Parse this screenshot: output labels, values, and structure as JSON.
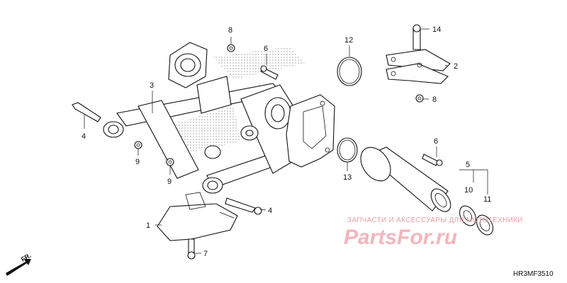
{
  "diagram_code": "HR3MF3510",
  "direction_label": "FR.",
  "watermark": {
    "line1": "ЗАПЧАСТИ И АКСЕССУАРЫ ДЛЯ МОТОТЕХНИКИ",
    "line2": "PartsFor.ru"
  },
  "callouts": [
    {
      "id": "c1",
      "label": "1"
    },
    {
      "id": "c2",
      "label": "2"
    },
    {
      "id": "c3",
      "label": "3"
    },
    {
      "id": "c4a",
      "label": "4"
    },
    {
      "id": "c4b",
      "label": "4"
    },
    {
      "id": "c5",
      "label": "5"
    },
    {
      "id": "c6a",
      "label": "6"
    },
    {
      "id": "c6b",
      "label": "6"
    },
    {
      "id": "c7",
      "label": "7"
    },
    {
      "id": "c8a",
      "label": "8"
    },
    {
      "id": "c8b",
      "label": "8"
    },
    {
      "id": "c9a",
      "label": "9"
    },
    {
      "id": "c9b",
      "label": "9"
    },
    {
      "id": "c10",
      "label": "10"
    },
    {
      "id": "c11",
      "label": "11"
    },
    {
      "id": "c12",
      "label": "12"
    },
    {
      "id": "c13",
      "label": "13"
    },
    {
      "id": "c14",
      "label": "14"
    }
  ]
}
